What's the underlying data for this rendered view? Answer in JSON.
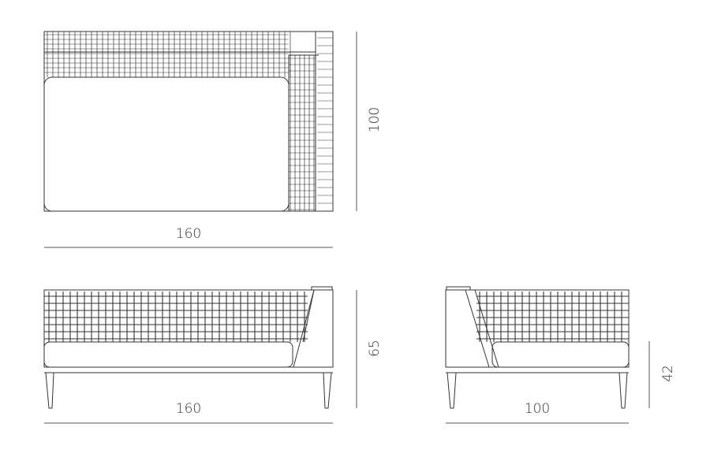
{
  "colors": {
    "line": "#333333",
    "dim_line": "#555555",
    "text": "#333333"
  },
  "views": {
    "top": {
      "width_label": "160",
      "depth_label": "100"
    },
    "front": {
      "width_label": "160",
      "height_label": "65"
    },
    "side": {
      "depth_label": "100",
      "seat_height_label": "42"
    }
  }
}
